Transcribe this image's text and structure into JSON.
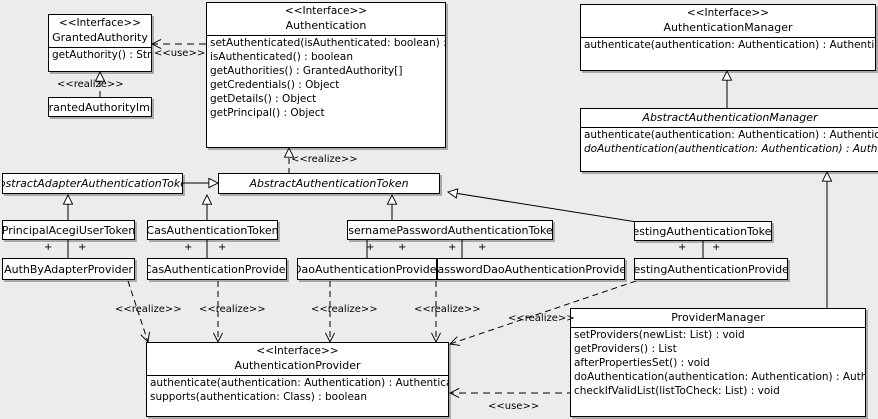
{
  "diagram": {
    "type": "uml-class-diagram",
    "background_color": "#ececec",
    "node_fill": "#ffffff",
    "line_color": "#000000"
  },
  "nodes": {
    "granted_authority": {
      "stereotype": "<<Interface>>",
      "name": "GrantedAuthority",
      "operations": [
        "getAuthority() : String"
      ]
    },
    "granted_authority_impl": {
      "name": "GrantedAuthorityImpl"
    },
    "authentication": {
      "stereotype": "<<Interface>>",
      "name": "Authentication",
      "operations": [
        "setAuthenticated(isAuthenticated: boolean) : void",
        "isAuthenticated() : boolean",
        "getAuthorities() : GrantedAuthority[]",
        "getCredentials() : Object",
        "getDetails() : Object",
        "getPrincipal() : Object"
      ]
    },
    "authentication_manager": {
      "stereotype": "<<Interface>>",
      "name": "AuthenticationManager",
      "operations": [
        "authenticate(authentication: Authentication) : Authentication"
      ]
    },
    "abstract_authentication_manager": {
      "name": "AbstractAuthenticationManager",
      "abstract": true,
      "operations": [
        "authenticate(authentication: Authentication) : Authentication",
        "doAuthentication(authentication: Authentication) : Authentication"
      ],
      "abstract_operations": [
        1
      ]
    },
    "abstract_adapter_authentication_token": {
      "name": "AbstractAdapterAuthenticationToken",
      "abstract": true
    },
    "abstract_authentication_token": {
      "name": "AbstractAuthenticationToken",
      "abstract": true
    },
    "principal_acegi_user_token": {
      "name": "PrincipalAcegiUserToken"
    },
    "cas_authentication_token": {
      "name": "CasAuthenticationToken"
    },
    "username_password_authentication_token": {
      "name": "UsernamePasswordAuthenticationToken"
    },
    "testing_authentication_token": {
      "name": "TestingAuthenticationToken"
    },
    "auth_by_adapter_provider": {
      "name": "AuthByAdapterProvider"
    },
    "cas_authentication_provider": {
      "name": "CasAuthenticationProvider"
    },
    "dao_authentication_provider": {
      "name": "DaoAuthenticationProvider"
    },
    "password_dao_authentication_provider": {
      "name": "PasswordDaoAuthenticationProvider"
    },
    "testing_authentication_provider": {
      "name": "TestingAuthenticationProvider"
    },
    "authentication_provider": {
      "stereotype": "<<Interface>>",
      "name": "AuthenticationProvider",
      "operations": [
        "authenticate(authentication: Authentication) : Authentication",
        "supports(authentication: Class) : boolean"
      ]
    },
    "provider_manager": {
      "name": "ProviderManager",
      "operations": [
        "setProviders(newList: List) : void",
        "getProviders() : List",
        "afterPropertiesSet() : void",
        "doAuthentication(authentication: Authentication) : Authentication",
        "checkIfValidList(listToCheck: List) : void"
      ]
    }
  },
  "edge_labels": {
    "use_authentication_granted_authority": "<<use>>",
    "realize_granted_authority_impl": "<<realize>>",
    "realize_abstract_authentication_token": "<<realize>>",
    "realize_auth_by_adapter_provider": "<<realize>>",
    "realize_cas_authentication_provider": "<<realize>>",
    "realize_dao_authentication_provider": "<<realize>>",
    "realize_password_dao_authentication_provider": "<<realize>>",
    "realize_testing_authentication_provider": "<<realize>>",
    "use_provider_manager": "<<use>>"
  },
  "association_markers": {
    "multiplicity": "+",
    "marks": [
      "principal-acegi-left",
      "principal-acegi-right",
      "cas-token-left",
      "cas-token-right",
      "username-password-left-1",
      "username-password-right-1",
      "username-password-left-2",
      "username-password-right-2",
      "testing-token-left",
      "testing-token-right"
    ]
  }
}
